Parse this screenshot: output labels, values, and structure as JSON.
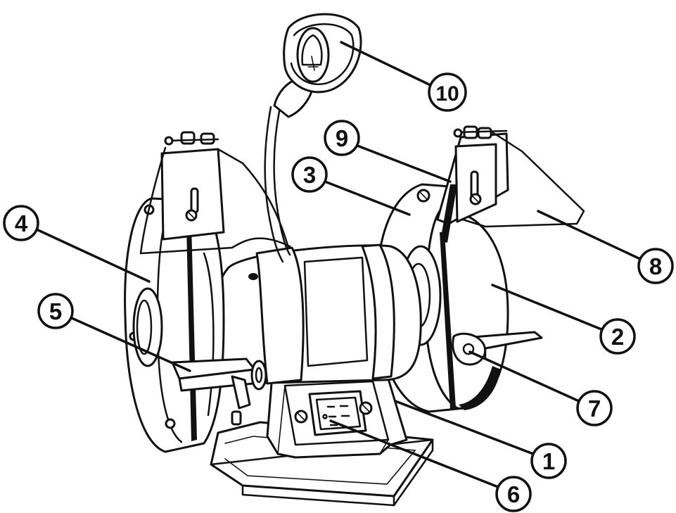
{
  "callouts": [
    {
      "id": "c1",
      "label": "1"
    },
    {
      "id": "c2",
      "label": "2"
    },
    {
      "id": "c3",
      "label": "3"
    },
    {
      "id": "c4",
      "label": "4"
    },
    {
      "id": "c5",
      "label": "5"
    },
    {
      "id": "c6",
      "label": "6"
    },
    {
      "id": "c7",
      "label": "7"
    },
    {
      "id": "c8",
      "label": "8"
    },
    {
      "id": "c9",
      "label": "9"
    },
    {
      "id": "c10",
      "label": "10"
    }
  ],
  "colors": {
    "line": "#111111",
    "background": "#ffffff"
  }
}
